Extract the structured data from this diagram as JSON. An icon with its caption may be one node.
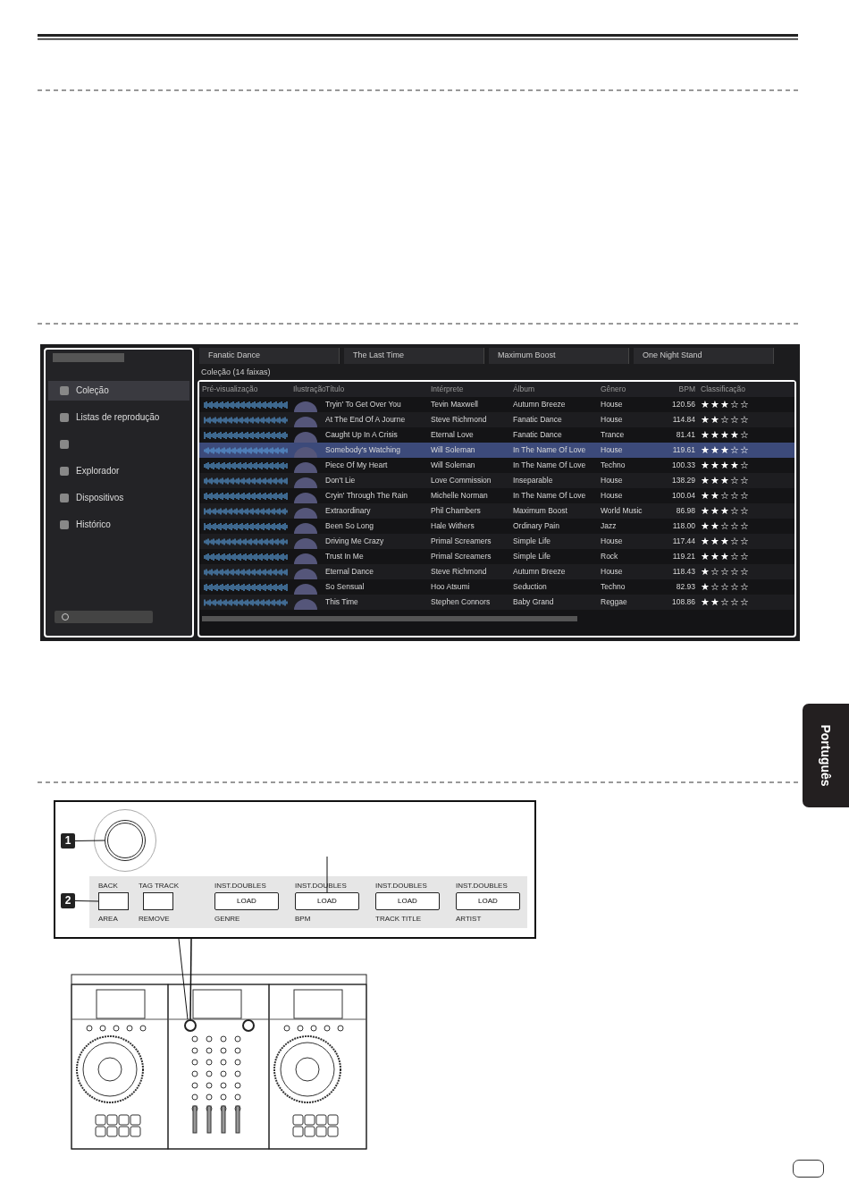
{
  "diagram": {
    "nodes": [
      {
        "text": [
          "1"
        ]
      },
      {
        "text": [],
        "shape": "circle"
      },
      {
        "text": [
          "2"
        ]
      },
      {
        "text": [],
        "shape": "box",
        "beside": [
          "BACK",
          "AREA"
        ]
      },
      {
        "text": [],
        "shape": "box",
        "beside": [
          "TAG TRACK",
          "REMOVE"
        ]
      },
      {
        "text": [
          "LOAD"
        ],
        "beside": [
          "INST.DOUBLES",
          "GENRE"
        ]
      },
      {
        "text": [
          "LOAD"
        ],
        "beside": [
          "INST.DOUBLES",
          "BPM"
        ]
      },
      {
        "text": [
          "LOAD"
        ],
        "beside": [
          "INST.DOUBLES",
          "TRACK TITLE"
        ]
      },
      {
        "text": [
          "LOAD"
        ],
        "beside": [
          "INST.DOUBLES",
          "ARTIST"
        ]
      }
    ],
    "edges": [
      {
        "from": 0,
        "to": 1,
        "arrow": "none"
      },
      {
        "from": 2,
        "to": 3,
        "arrow": "none"
      },
      {
        "from": null,
        "to": 6,
        "arrow": "none"
      }
    ],
    "labels": [
      "Fanatic Dance",
      "The Last Time",
      "Maximum Boost",
      "One Night Stand",
      "Coleção (14 faixas)",
      "Coleção",
      "Listas de reprodução",
      "Explorador",
      "Dispositivos",
      "Histórico",
      "Pré-visualização",
      "Ilustração",
      "Título",
      "Intérprete",
      "Álbum",
      "Gênero",
      "BPM",
      "Classificação",
      "Tryin' To Get Over You",
      "Tevin Maxwell",
      "Autumn Breeze",
      "House",
      "120.56",
      "★★★☆☆",
      "At The End Of A Journe",
      "Steve Richmond",
      "Fanatic Dance",
      "House",
      "114.84",
      "★★☆☆☆",
      "Caught Up In A Crisis",
      "Eternal Love",
      "Fanatic Dance",
      "Trance",
      "81.41",
      "★★★★☆",
      "Somebody's Watching",
      "Will Soleman",
      "In The Name Of Love",
      "House",
      "119.61",
      "★★★☆☆",
      "Piece Of My Heart",
      "Will Soleman",
      "In The Name Of Love",
      "Techno",
      "100.33",
      "★★★★☆",
      "Don't Lie",
      "Love Commission",
      "Inseparable",
      "House",
      "138.29",
      "★★★☆☆",
      "Cryin' Through The Rain",
      "Michelle Norman",
      "In The Name Of Love",
      "House",
      "100.04",
      "★★☆☆☆",
      "Extraordinary",
      "Phil Chambers",
      "Maximum Boost",
      "World Music",
      "86.98",
      "★★★☆☆",
      "Been So Long",
      "Hale Withers",
      "Ordinary Pain",
      "Jazz",
      "118.00",
      "★★☆☆☆",
      "Driving Me Crazy",
      "Primal Screamers",
      "Simple Life",
      "House",
      "117.44",
      "★★★☆☆",
      "Trust In Me",
      "Primal Screamers",
      "Simple Life",
      "Rock",
      "119.21",
      "★★★☆☆",
      "Eternal Dance",
      "Steve Richmond",
      "Autumn Breeze",
      "House",
      "118.43",
      "★☆☆☆☆",
      "So Sensual",
      "Hoo Atsumi",
      "Seduction",
      "Techno",
      "82.93",
      "★☆☆☆☆",
      "This Time",
      "Stephen Connors",
      "Baby Grand",
      "Reggae",
      "108.86",
      "★★☆☆☆",
      "Português"
    ]
  }
}
